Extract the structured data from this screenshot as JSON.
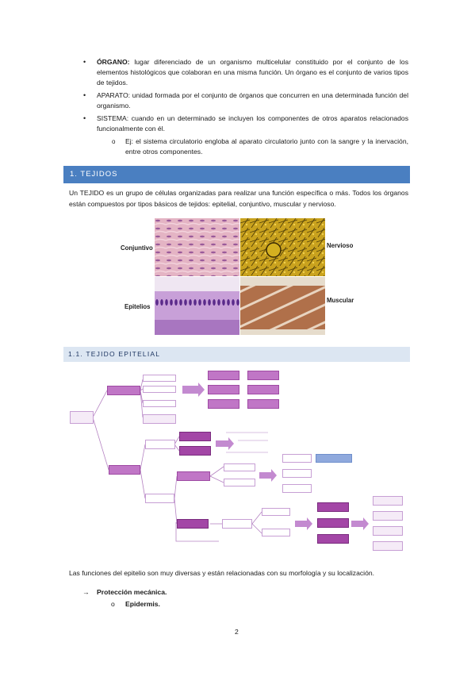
{
  "bullets": [
    {
      "label": "ÓRGANO:",
      "text": " lugar diferenciado de un organismo multicelular constituido por el conjunto de los elementos histológicos que colaboran en una misma función. Un órgano es el conjunto de varios tipos de tejidos."
    },
    {
      "label": "APARATO:",
      "text": " unidad formada por el conjunto de órganos que concurren en una determinada función del organismo."
    },
    {
      "label": "SISTEMA:",
      "text": " cuando en un determinado se incluyen los componentes de otros aparatos relacionados funcionalmente con él."
    }
  ],
  "sub_bullet": "Ej: el sistema circulatorio engloba al aparato circulatorio junto con la sangre y la inervación, entre otros componentes.",
  "section_title": "1. TEJIDOS",
  "intro": "Un TEJIDO es un grupo de células organizadas para realizar una función específica o más. Todos los órganos están compuestos por tipos básicos de tejidos: epitelial, conjuntivo, muscular y nervioso.",
  "figure_labels": {
    "conjuntivo": "Conjuntivo",
    "nervioso": "Nervioso",
    "epitelios": "Epitelios",
    "muscular": "Muscular"
  },
  "subsection_title": "1.1. TEJIDO EPITELIAL",
  "functions_text": "Las funciones del epitelio son muy diversas y están relacionadas con su morfología y su localización.",
  "arrow_item": "Protección mecánica.",
  "arrow_sub": "Epidermis.",
  "page_number": "2",
  "colors": {
    "banner": "#4a7fc1",
    "banner_light": "#dce6f2",
    "diagram_purple": "#a346a6"
  }
}
